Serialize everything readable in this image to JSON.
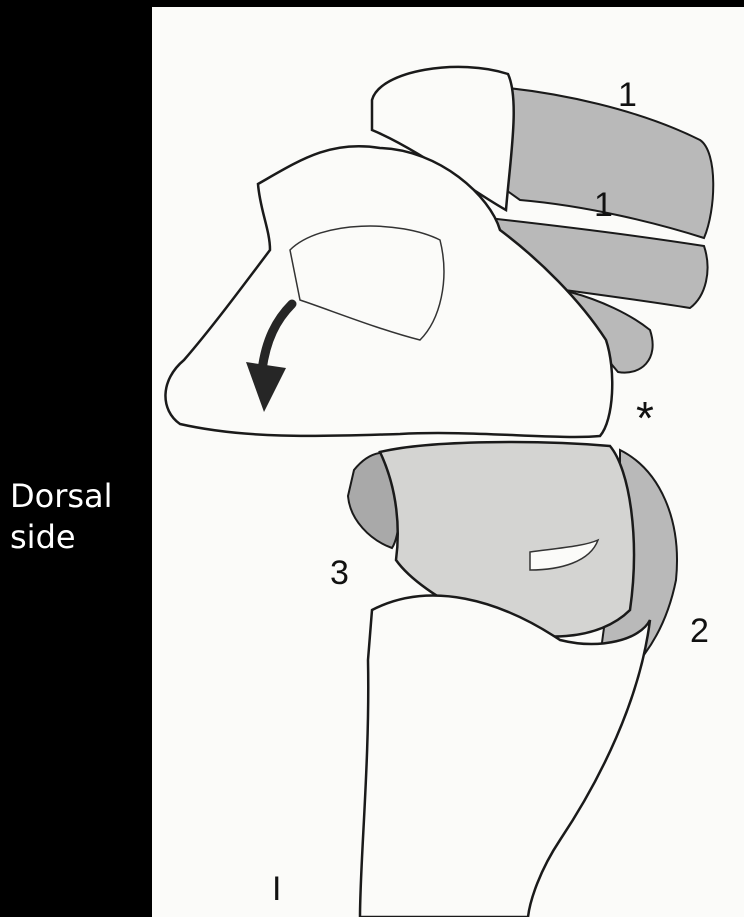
{
  "side_caption": {
    "line1": "Dorsal",
    "line2": "side"
  },
  "figure": {
    "labels": {
      "ligament_top": "1",
      "ligament_middle": "1",
      "ligament_right": "2",
      "ligament_left": "3",
      "asterisk": "*",
      "bone_mark": "I"
    }
  },
  "colors": {
    "background": "#000000",
    "paper": "#fbfbf9",
    "ligament_fill": "#b9b9b9",
    "outline": "#1a1a1a",
    "arrow": "#262626"
  }
}
